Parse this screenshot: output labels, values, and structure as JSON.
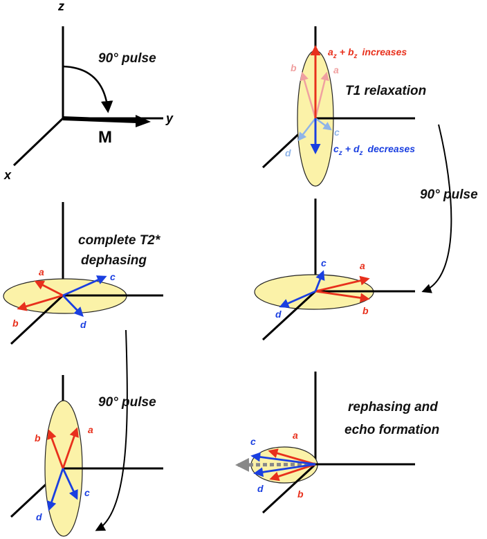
{
  "colors": {
    "red": "#e8301c",
    "blue": "#1a3fe0",
    "pink": "#f0a0a0",
    "light_blue": "#8fb4e8",
    "ellipse_fill": "#fbf2a8",
    "ellipse_stroke": "#222222",
    "grey_arrow": "#888888",
    "axis": "#000000"
  },
  "panel1": {
    "axis_z": "z",
    "axis_y": "y",
    "axis_x": "x",
    "pulse_label": "90° pulse",
    "vector_label": "M"
  },
  "panel2": {
    "caption": "T1 relaxation",
    "eq_top": {
      "a": "a",
      "sub1": "z",
      "plus": "+",
      "b": "b",
      "sub2": "z",
      "rest": "increases"
    },
    "eq_bottom": {
      "a": "c",
      "sub1": "z",
      "plus": "+",
      "b": "d",
      "sub2": "z",
      "rest": "decreases"
    },
    "labels": {
      "a": "a",
      "b": "b",
      "c": "c",
      "d": "d"
    }
  },
  "arrow1_label": "90° pulse",
  "panel3": {
    "caption_line1": "complete T2*",
    "caption_line2": "dephasing",
    "labels": {
      "a": "a",
      "b": "b",
      "c": "c",
      "d": "d"
    }
  },
  "panel4": {
    "labels": {
      "a": "a",
      "b": "b",
      "c": "c",
      "d": "d"
    }
  },
  "arrow2_label": "90° pulse",
  "panel5": {
    "labels": {
      "a": "a",
      "b": "b",
      "c": "c",
      "d": "d"
    }
  },
  "panel6": {
    "caption_line1": "rephasing and",
    "caption_line2": "echo formation",
    "labels": {
      "a": "a",
      "b": "b",
      "c": "c",
      "d": "d"
    }
  }
}
